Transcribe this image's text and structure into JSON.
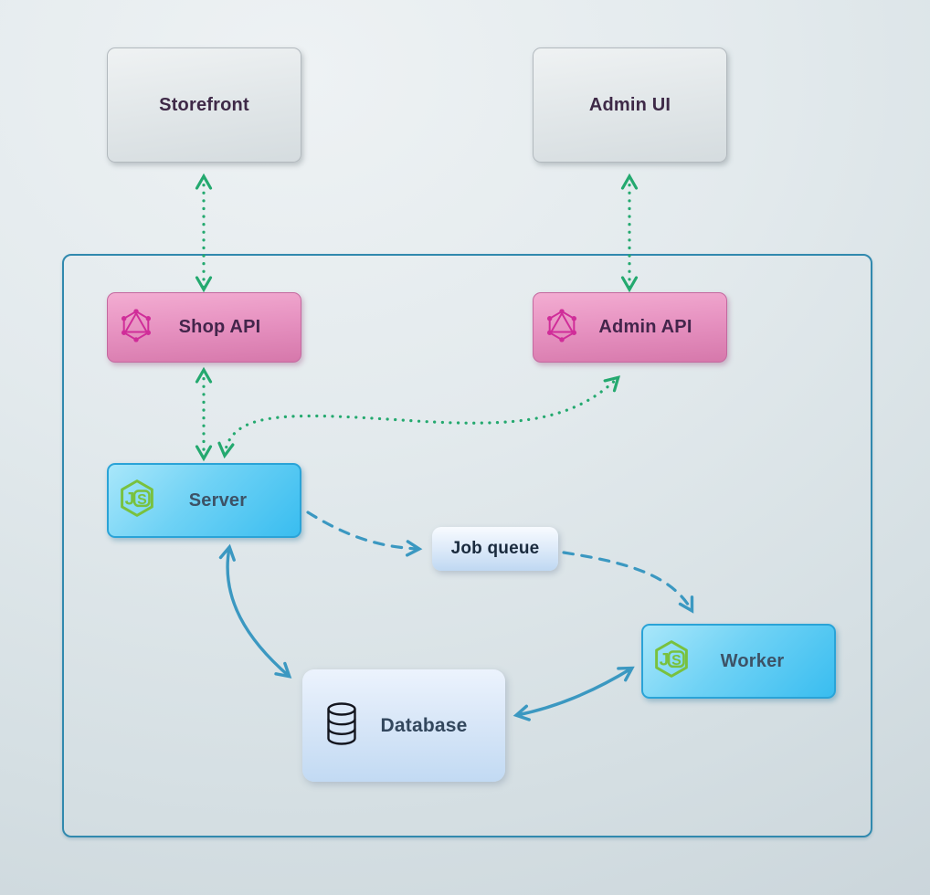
{
  "diagram": {
    "nodes": {
      "storefront": {
        "label": "Storefront"
      },
      "admin_ui": {
        "label": "Admin UI"
      },
      "shop_api": {
        "label": "Shop API",
        "icon": "graphql-icon"
      },
      "admin_api": {
        "label": "Admin API",
        "icon": "graphql-icon"
      },
      "server": {
        "label": "Server",
        "icon": "nodejs-icon"
      },
      "job_queue": {
        "label": "Job queue"
      },
      "database": {
        "label": "Database",
        "icon": "database-icon"
      },
      "worker": {
        "label": "Worker",
        "icon": "nodejs-icon"
      }
    },
    "icons": {
      "nodejs_j": "J",
      "nodejs_s": "S"
    },
    "edges": [
      {
        "from": "Storefront",
        "to": "Shop API",
        "style": "dotted",
        "bidirectional": true
      },
      {
        "from": "Admin UI",
        "to": "Admin API",
        "style": "dotted",
        "bidirectional": true
      },
      {
        "from": "Shop API",
        "to": "Server",
        "style": "dotted",
        "bidirectional": true
      },
      {
        "from": "Server",
        "to": "Admin API",
        "style": "dotted",
        "bidirectional": true
      },
      {
        "from": "Server",
        "to": "Job queue",
        "style": "dashed",
        "bidirectional": false
      },
      {
        "from": "Job queue",
        "to": "Worker",
        "style": "dashed",
        "bidirectional": false
      },
      {
        "from": "Server",
        "to": "Database",
        "style": "solid",
        "bidirectional": true
      },
      {
        "from": "Database",
        "to": "Worker",
        "style": "solid",
        "bidirectional": true
      }
    ],
    "colors": {
      "green_arrow": "#24a96f",
      "blue_arrow": "#3b98c1",
      "container_border": "#3189ae",
      "graphql_pink": "#d02d99",
      "nodejs_green": "#79c13e",
      "pink_node_top": "#f3add2",
      "pink_node_bottom": "#d678ab",
      "cyan_node_top": "#a9e7fa",
      "cyan_node_bottom": "#39bdf0"
    }
  }
}
